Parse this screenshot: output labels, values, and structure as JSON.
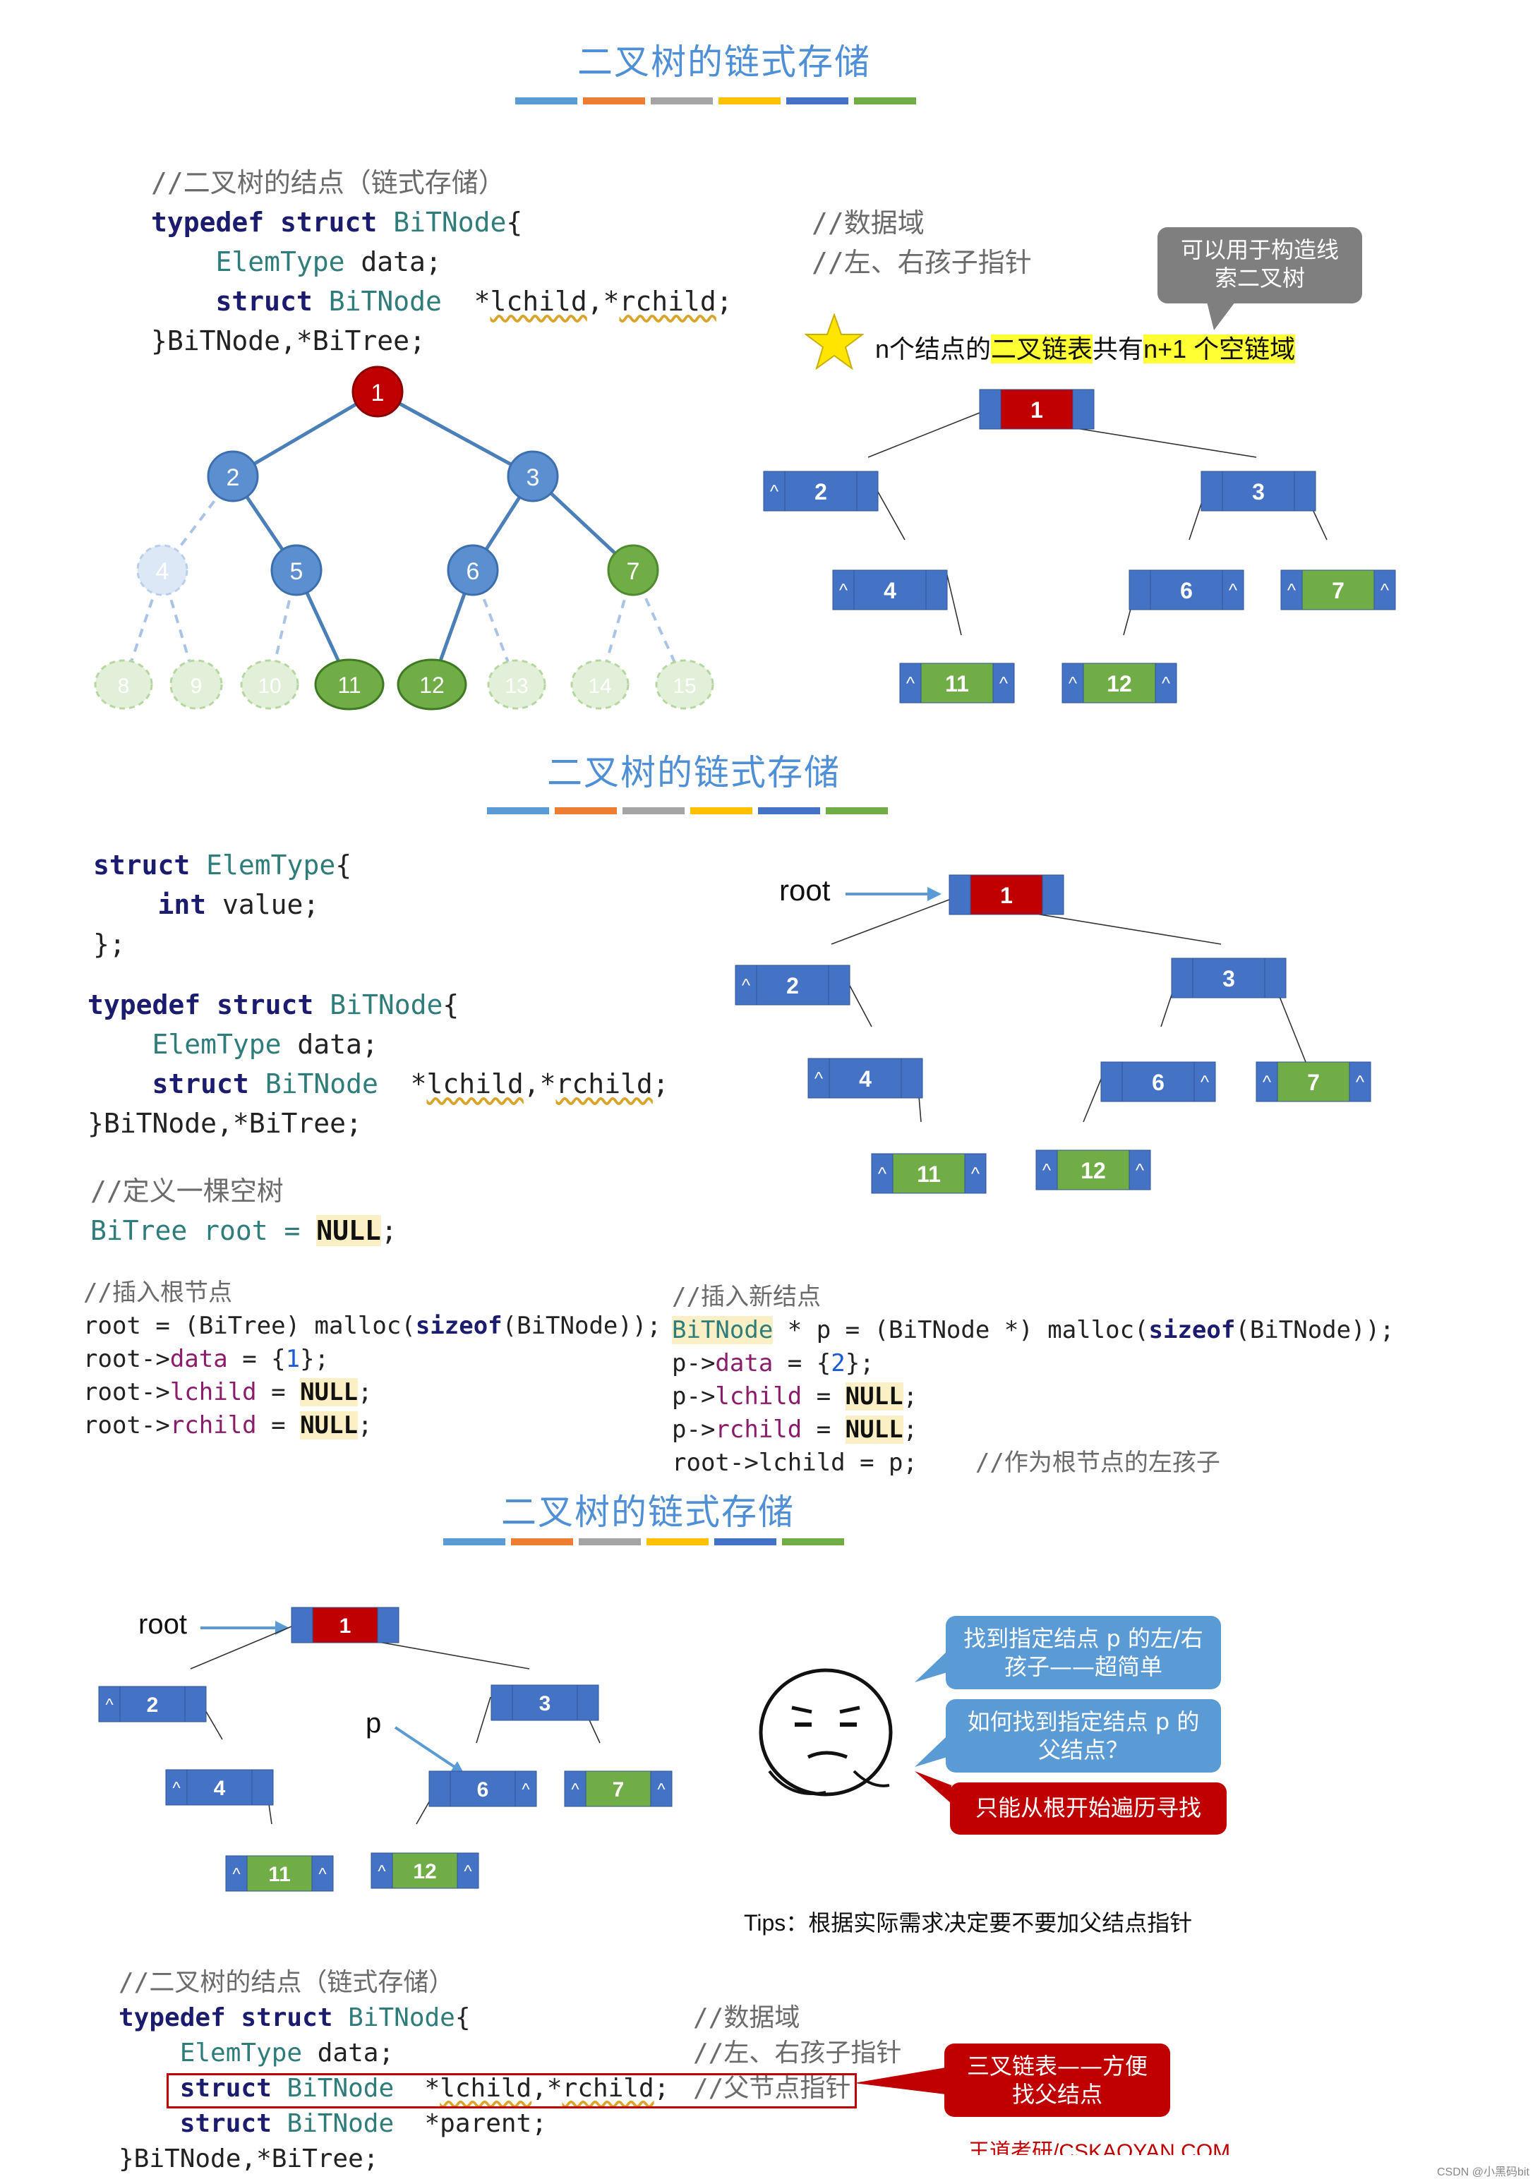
{
  "titles": [
    "二叉树的链式存储",
    "二叉树的链式存储",
    "二叉树的链式存储"
  ],
  "bar_colors": [
    "#5b9bd5",
    "#ed7d31",
    "#a5a5a5",
    "#ffc000",
    "#4472c4",
    "#70ad47"
  ],
  "section1": {
    "comment": "//二叉树的结点（链式存储）",
    "line1_kw": "typedef struct",
    "line1_ty": "BiTNode",
    "line1_end": "{",
    "line2_ty": "ElemType",
    "line2_rest": " data;",
    "line3_kw": "struct",
    "line3_ty": "BiTNode",
    "line3_sp": "  *",
    "line3_l": "lchild",
    "line3_mid": ",*",
    "line3_r": "rchild",
    "line3_end": ";",
    "line4": "}BiTNode,*BiTree;",
    "comment_data": "//数据域",
    "comment_children": "//左、右孩子指针",
    "bubble": "可以用于构造线索二叉树",
    "star_pre": "n个结点的",
    "star_hl1": "二叉链表",
    "star_mid": "共有",
    "star_hl2": "n+1 个空链域"
  },
  "section2": {
    "code_a": [
      "struct",
      "ElemType",
      "{",
      "int",
      "value;",
      "};"
    ],
    "typedef_kw": "typedef struct",
    "typedef_ty": "BiTNode",
    "elem_ty": "ElemType",
    "elem_rest": " data;",
    "struct_kw": "struct",
    "struct_ty": "BiTNode",
    "lchild": "lchild",
    "rchild": "rchild",
    "end_line": "}BiTNode,*BiTree;",
    "comment_empty": "//定义一棵空树",
    "bitree_line_pre": "BiTree root = ",
    "null": "NULL",
    "semi": ";",
    "comment_root": "//插入根节点",
    "root_lines": [
      "root = (BiTree) malloc(",
      "sizeof",
      "(BiTNode));",
      "root->",
      "data",
      " = {",
      "1",
      "};",
      "root->",
      "lchild",
      " = ",
      "root->",
      "rchild",
      " = "
    ],
    "comment_new": "//插入新结点",
    "new_lines": [
      "BiTNode",
      " * p = (BiTNode *) malloc(",
      "sizeof",
      "(BiTNode));",
      "p->",
      "data",
      " = {",
      "2",
      "};",
      "p->",
      "lchild",
      " = ",
      "p->",
      "rchild",
      " = ",
      "root->lchild = p;",
      "//作为根节点的左孩子"
    ],
    "root_label": "root"
  },
  "section3": {
    "root_label": "root",
    "p_label": "p",
    "bubble1": "找到指定结点 p 的左/右孩子——超简单",
    "bubble2": "如何找到指定结点 p 的父结点？",
    "bubble3": "只能从根开始遍历寻找",
    "tips": "Tips：根据实际需求决定要不要加父结点指针",
    "comment": "//二叉树的结点（链式存储）",
    "line1_kw": "typedef struct",
    "line1_ty": "BiTNode",
    "line2_ty": "ElemType",
    "line2_rest": " data;",
    "line3_kw": "struct",
    "line3_ty": "BiTNode",
    "lchild": "lchild",
    "rchild": "rchild",
    "line4_kw": "struct",
    "line4_ty": "BiTNode",
    "line4_rest": "  *parent;",
    "line5": "}BiTNode,*BiTree;",
    "comment_data": "//数据域",
    "comment_children": "//左、右孩子指针",
    "comment_parent": "//父节点指针",
    "bubble_tri": "三叉链表——方便找父结点"
  },
  "tree_nodes": {
    "n1": "1",
    "n2": "2",
    "n3": "3",
    "n4": "4",
    "n5": "5",
    "n6": "6",
    "n7": "7",
    "n8": "8",
    "n9": "9",
    "n10": "10",
    "n11": "11",
    "n12": "12",
    "n13": "13",
    "n14": "14",
    "n15": "15"
  },
  "null_mark": "^",
  "footer_site": "王道考研/CSKAOYAN.COM",
  "csdn": "CSDN @小黑码bit"
}
